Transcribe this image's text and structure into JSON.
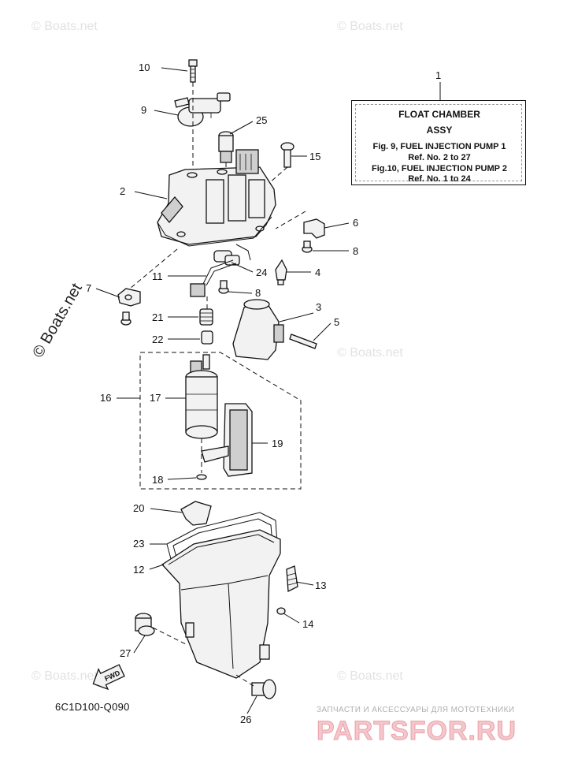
{
  "title_box": {
    "title": "FLOAT CHAMBER",
    "subtitle": "ASSY",
    "fig_line_1": "Fig.  9, FUEL INJECTION PUMP 1",
    "ref_line_1": "Ref. No. 2 to 27",
    "fig_line_2": "Fig.10, FUEL INJECTION PUMP 2",
    "ref_line_2": "Ref. No. 1 to 24",
    "ref_number": "1"
  },
  "callouts": {
    "n2": "2",
    "n3": "3",
    "n4": "4",
    "n5": "5",
    "n6": "6",
    "n7": "7",
    "n8a": "8",
    "n8b": "8",
    "n9": "9",
    "n10": "10",
    "n11": "11",
    "n12": "12",
    "n13": "13",
    "n14": "14",
    "n15": "15",
    "n16": "16",
    "n17": "17",
    "n18": "18",
    "n19": "19",
    "n20": "20",
    "n21": "21",
    "n22": "22",
    "n23": "23",
    "n24": "24",
    "n25": "25",
    "n26": "26",
    "n27": "27"
  },
  "fwd_label": "FWD",
  "diagram_code": "6C1D100-Q090",
  "watermarks": {
    "small": "© Boats.net",
    "large": "© Boats.net"
  },
  "brand": {
    "tagline": "ЗАПЧАСТИ И АКСЕССУАРЫ ДЛЯ МОТОТЕХНИКИ",
    "logo": "PARTSFOR.RU"
  }
}
